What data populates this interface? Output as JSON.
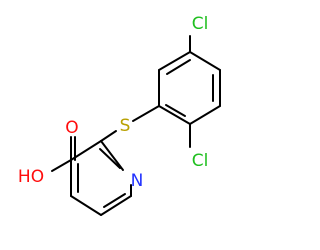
{
  "molecule": {
    "labels": {
      "cl_top": "Cl",
      "cl_bottom": "Cl",
      "sulfur": "S",
      "oxygen": "O",
      "hydroxyl": "HO",
      "nitrogen": "N"
    },
    "colors": {
      "chlorine": "#1fbf1f",
      "sulfur": "#b8a000",
      "oxygen": "#ff0d0d",
      "nitrogen": "#2233ff",
      "bond": "#000000"
    }
  }
}
